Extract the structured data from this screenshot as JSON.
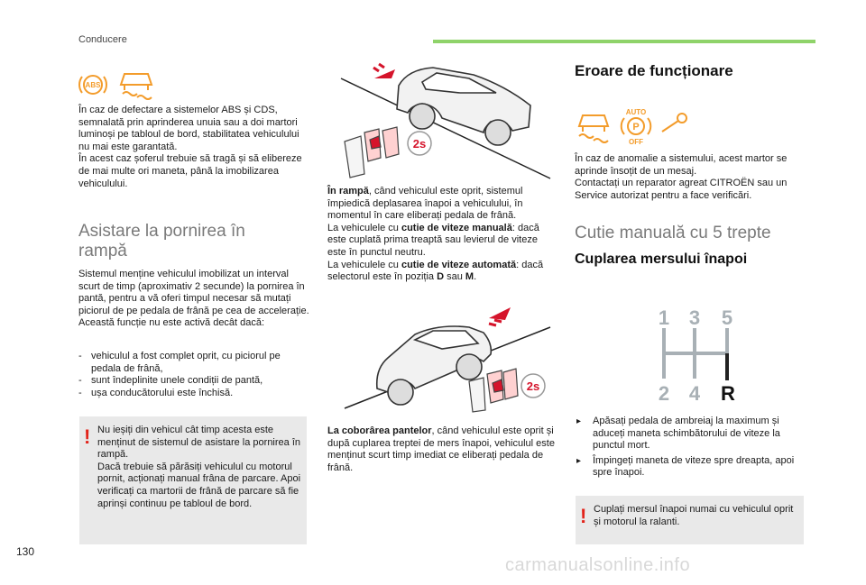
{
  "header": {
    "section": "Conducere"
  },
  "left": {
    "abs_text": "În caz de defectare a sistemelor ABS și CDS, semnalată prin aprinderea unuia sau a doi martori luminoși pe tabloul de bord, stabilitatea vehiculului nu mai este garantată.\nÎn acest caz șoferul trebuie să tragă și să elibereze de mai multe ori maneta, până la imobilizarea vehiculului.",
    "hill_title": "Asistare la pornirea în rampă",
    "hill_text": "Sistemul menține vehiculul imobilizat un interval scurt de timp (aproximativ 2 secunde) la pornirea în pantă, pentru a vă oferi timpul necesar să mutați piciorul de pe pedala de frână pe cea de accelerație.\nAceastă funcție nu este activă decât dacă:",
    "conditions": [
      "vehiculul a fost complet oprit, cu piciorul pe pedala de frână,",
      "sunt îndeplinite unele condiții de pantă,",
      "ușa conducătorului este închisă."
    ],
    "warning": "Nu ieșiți din vehicul cât timp acesta este menținut de sistemul de asistare la pornirea în rampă.\nDacă trebuie să părăsiți vehiculul cu motorul pornit, acționați manual frâna de parcare. Apoi verificați ca martorii de frână de parcare să fie aprinși continuu pe tabloul de bord."
  },
  "middle": {
    "timer_label": "2s",
    "ramp": {
      "lead": "În rampă",
      "t1": ", când vehiculul este oprit, sistemul împiedică deplasarea înapoi a vehiculului, în momentul în care eliberați pedala de frână.",
      "t2": "La vehiculele cu ",
      "manual": "cutie de viteze manuală",
      "t3": ": dacă este cuplată prima treaptă sau levierul de viteze este în punctul neutru.",
      "t4": "La vehiculele cu ",
      "auto": "cutie de viteze automată",
      "t5": ": dacă selectorul este în poziția ",
      "d": "D",
      "or": " sau ",
      "m": "M",
      "end": "."
    },
    "downhill": {
      "lead": "La coborârea pantelor",
      "text": ", când vehiculul este oprit și după cuplarea treptei de mers înapoi, vehiculul este menținut scurt timp imediat ce eliberați pedala de frână."
    }
  },
  "right": {
    "error_title": "Eroare de funcționare",
    "auto_label": "AUTO",
    "p_label": "P",
    "off_label": "OFF",
    "error_text": "În caz de anomalie a sistemului, acest martor se aprinde însoțit de un mesaj.\nContactați un reparator agreat CITROËN sau un Service autorizat pentru a face verificări.",
    "gearbox_title": "Cutie manuală cu 5 trepte",
    "reverse_title": "Cuplarea mersului înapoi",
    "gears": {
      "g1": "1",
      "g2": "2",
      "g3": "3",
      "g4": "4",
      "g5": "5",
      "gr": "R"
    },
    "steps": [
      "Apăsați pedala de ambreiaj la maximum și aduceți maneta schimbătorului de viteze la punctul mort.",
      "Împingeți maneta de viteze spre dreapta, apoi spre înapoi."
    ],
    "warning": "Cuplați mersul înapoi numai cu vehiculul oprit și motorul la ralanti."
  },
  "footer": {
    "page_number": "130",
    "watermark": "carmanualsonline.info"
  },
  "colors": {
    "accent_green": "#8fd36a",
    "warning_red": "#e2231a",
    "icon_orange": "#f39c2b",
    "note_grey": "#e9e9e9"
  }
}
